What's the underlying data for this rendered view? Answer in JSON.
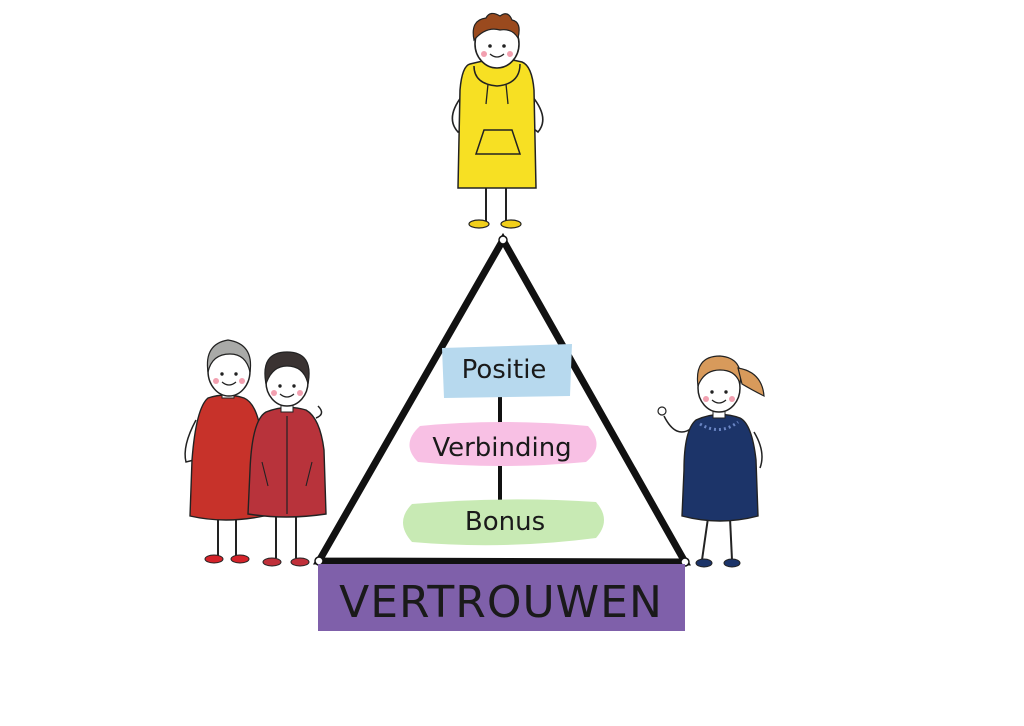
{
  "diagram": {
    "levels": [
      {
        "label": "Positie",
        "color": "#b7d9ee"
      },
      {
        "label": "Verbinding",
        "color": "#f8c0e4"
      },
      {
        "label": "Bonus",
        "color": "#c8eab4"
      }
    ],
    "banner": {
      "label": "VERTROUWEN",
      "color": "#7f60aa"
    },
    "figures": [
      {
        "name": "youth",
        "color": "#f7e023"
      },
      {
        "name": "parent-man",
        "color": "#c7322a"
      },
      {
        "name": "parent-woman",
        "color": "#b8333b"
      },
      {
        "name": "woman",
        "color": "#1c3469"
      }
    ]
  }
}
